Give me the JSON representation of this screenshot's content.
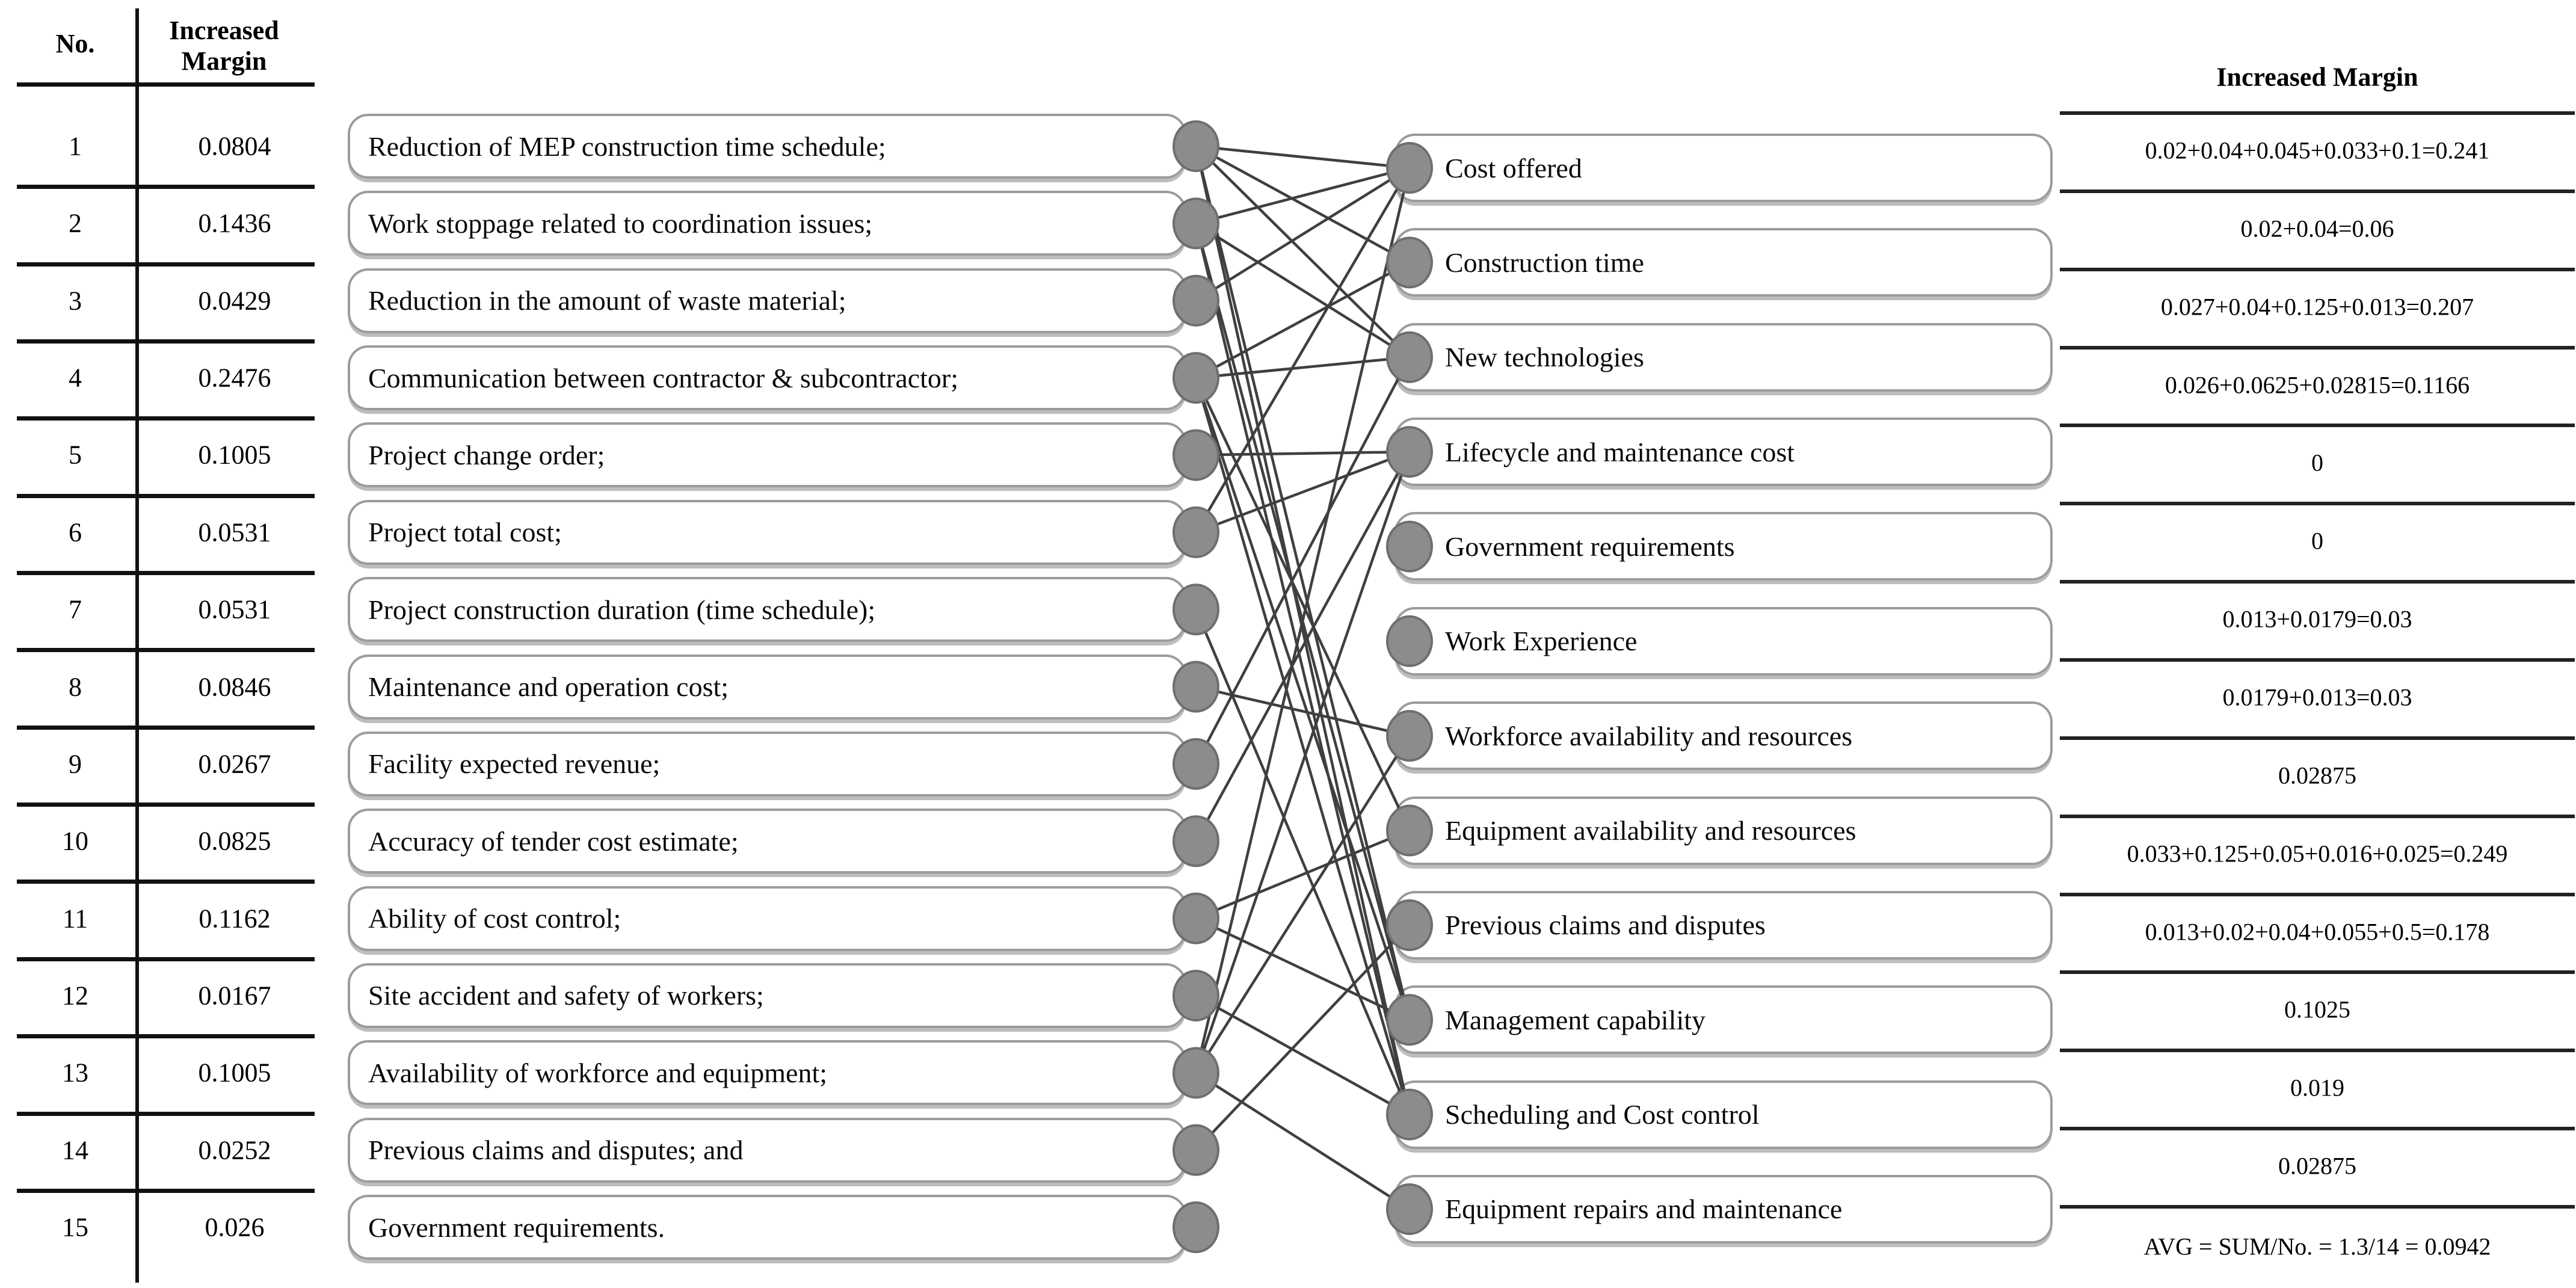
{
  "figure": {
    "description": "Mapping of increased-margin factors to tender evaluation criteria"
  },
  "left_table": {
    "col1_header": "No.",
    "col2_header": "Increased Margin",
    "rows": [
      {
        "no": "1",
        "margin": "0.0804"
      },
      {
        "no": "2",
        "margin": "0.1436"
      },
      {
        "no": "3",
        "margin": "0.0429"
      },
      {
        "no": "4",
        "margin": "0.2476"
      },
      {
        "no": "5",
        "margin": "0.1005"
      },
      {
        "no": "6",
        "margin": "0.0531"
      },
      {
        "no": "7",
        "margin": "0.0531"
      },
      {
        "no": "8",
        "margin": "0.0846"
      },
      {
        "no": "9",
        "margin": "0.0267"
      },
      {
        "no": "10",
        "margin": "0.0825"
      },
      {
        "no": "11",
        "margin": "0.1162"
      },
      {
        "no": "12",
        "margin": "0.0167"
      },
      {
        "no": "13",
        "margin": "0.1005"
      },
      {
        "no": "14",
        "margin": "0.0252"
      },
      {
        "no": "15",
        "margin": "0.026"
      }
    ]
  },
  "left_factors": [
    "Reduction of MEP construction time schedule;",
    "Work stoppage related to coordination issues;",
    "Reduction in the amount of waste material;",
    "Communication between contractor & subcontractor;",
    "Project change order;",
    "Project total cost;",
    "Project construction duration (time schedule);",
    "Maintenance and operation cost;",
    "Facility expected revenue;",
    "Accuracy of tender cost estimate;",
    "Ability of cost control;",
    "Site accident and safety of workers;",
    "Availability of workforce and equipment;",
    "Previous claims and disputes; and",
    "Government requirements."
  ],
  "right_criteria": [
    "Cost offered",
    "Construction time",
    "New technologies",
    "Lifecycle and maintenance cost",
    "Government requirements",
    "Work Experience",
    "Workforce availability and resources",
    "Equipment availability and resources",
    "Previous claims and disputes",
    "Management capability",
    "Scheduling and Cost control",
    "Equipment repairs and maintenance"
  ],
  "right_table": {
    "header": "Increased Margin",
    "rows": [
      "0.02+0.04+0.045+0.033+0.1=0.241",
      "0.02+0.04=0.06",
      "0.027+0.04+0.125+0.013=0.207",
      "0.026+0.0625+0.02815=0.1166",
      "0",
      "0",
      "0.013+0.0179=0.03",
      "0.0179+0.013=0.03",
      "0.02875",
      "0.033+0.125+0.05+0.016+0.025=0.249",
      "0.013+0.02+0.04+0.055+0.5=0.178",
      "0.1025",
      "0.019",
      "0.02875"
    ],
    "avg_row": "AVG = SUM/No. = 1.3/14 = 0.0942"
  },
  "edges": [
    [
      1,
      1
    ],
    [
      1,
      2
    ],
    [
      1,
      3
    ],
    [
      1,
      10
    ],
    [
      1,
      11
    ],
    [
      2,
      1
    ],
    [
      2,
      3
    ],
    [
      2,
      10
    ],
    [
      2,
      11
    ],
    [
      3,
      1
    ],
    [
      4,
      2
    ],
    [
      4,
      3
    ],
    [
      4,
      8
    ],
    [
      4,
      10
    ],
    [
      4,
      11
    ],
    [
      5,
      4
    ],
    [
      6,
      1
    ],
    [
      6,
      4
    ],
    [
      7,
      11
    ],
    [
      8,
      7
    ],
    [
      9,
      3
    ],
    [
      10,
      4
    ],
    [
      11,
      8
    ],
    [
      11,
      10
    ],
    [
      12,
      11
    ],
    [
      13,
      1
    ],
    [
      13,
      4
    ],
    [
      13,
      7
    ],
    [
      13,
      12
    ],
    [
      14,
      9
    ]
  ],
  "colors": {
    "node_fill": "#8c8c8c",
    "node_stroke": "#6e6e6e",
    "edge": "#3f3f3f",
    "box_border": "#9c9c9c",
    "table_line": "#111111",
    "text": "#000000",
    "background": "#ffffff"
  }
}
